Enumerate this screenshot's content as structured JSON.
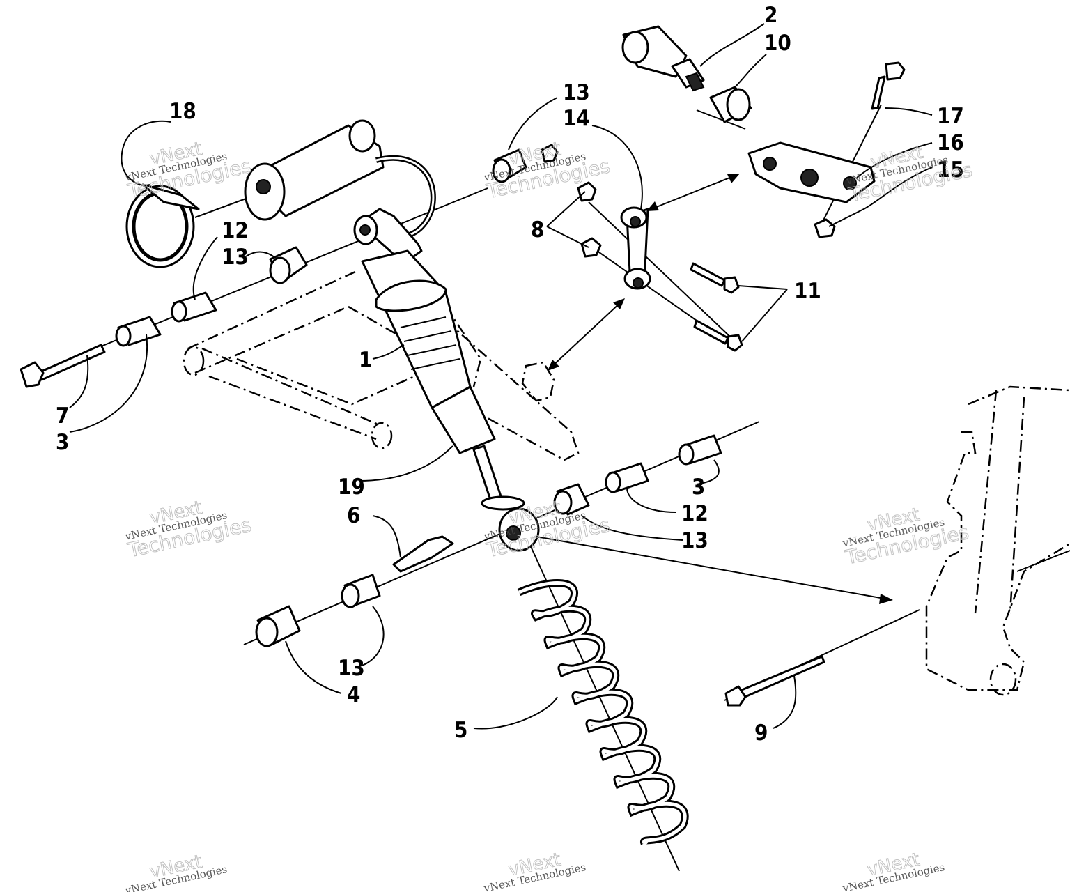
{
  "callouts": [
    {
      "id": "c2",
      "text": "2"
    },
    {
      "id": "c10",
      "text": "10"
    },
    {
      "id": "c18",
      "text": "18"
    },
    {
      "id": "c13a",
      "text": "13"
    },
    {
      "id": "c14",
      "text": "14"
    },
    {
      "id": "c17",
      "text": "17"
    },
    {
      "id": "c16",
      "text": "16"
    },
    {
      "id": "c15",
      "text": "15"
    },
    {
      "id": "c12a",
      "text": "12"
    },
    {
      "id": "c13b",
      "text": "13"
    },
    {
      "id": "c8",
      "text": "8"
    },
    {
      "id": "c11",
      "text": "11"
    },
    {
      "id": "c1",
      "text": "1"
    },
    {
      "id": "c7",
      "text": "7"
    },
    {
      "id": "c3a",
      "text": "3"
    },
    {
      "id": "c19",
      "text": "19"
    },
    {
      "id": "c3b",
      "text": "3"
    },
    {
      "id": "c12b",
      "text": "12"
    },
    {
      "id": "c6",
      "text": "6"
    },
    {
      "id": "c13c",
      "text": "13"
    },
    {
      "id": "c13d",
      "text": "13"
    },
    {
      "id": "c4",
      "text": "4"
    },
    {
      "id": "c5",
      "text": "5"
    },
    {
      "id": "c9",
      "text": "9"
    }
  ],
  "watermark": {
    "line1": "vNext",
    "line2": "vNext Technologies",
    "line3": "Technologies"
  }
}
